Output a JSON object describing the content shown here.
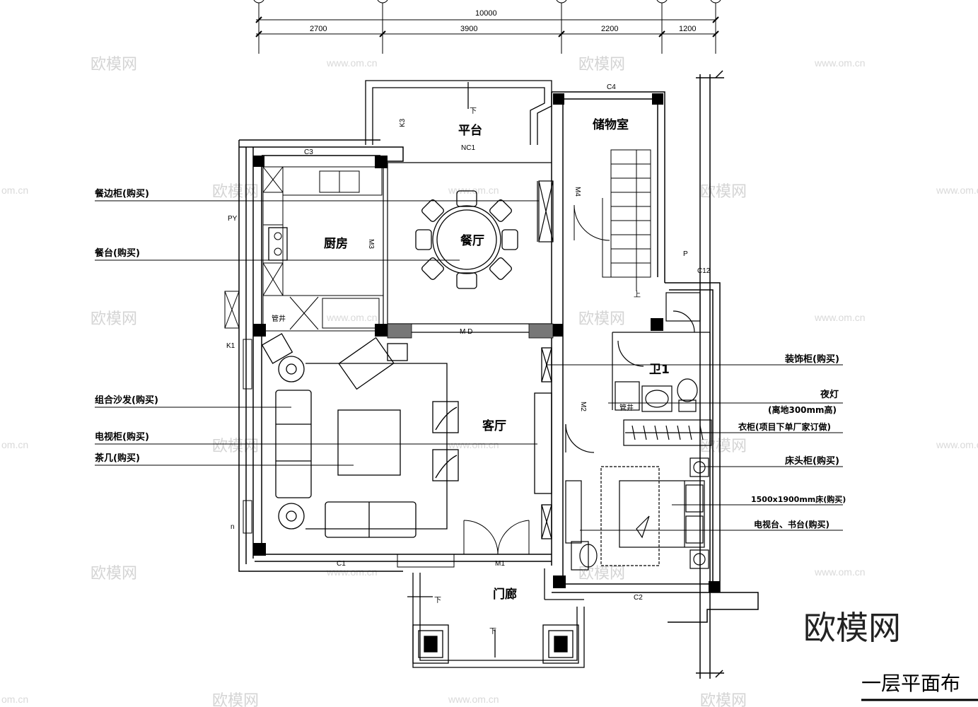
{
  "dimensions": {
    "total": "10000",
    "segments": [
      "2700",
      "3900",
      "2200",
      "1200"
    ]
  },
  "rooms": {
    "platform": "平台",
    "storage": "储物室",
    "kitchen": "厨房",
    "dining": "餐厅",
    "living": "客厅",
    "bath": "卫1",
    "porch": "门廊"
  },
  "tags": {
    "nc1": "NC1",
    "c3": "C3",
    "c4": "C4",
    "k3": "K3",
    "py": "PY",
    "k1": "K1",
    "m4": "M4",
    "m3": "M3",
    "m2": "M2",
    "m1": "M1",
    "md": "M D",
    "c1": "C1",
    "c2": "C2",
    "p": "P",
    "c12": "C12",
    "n": "n",
    "pipe1": "管井",
    "pipe2": "管井",
    "down1": "下",
    "down2": "下",
    "down3": "下",
    "up": "上"
  },
  "leaders_left": [
    "餐边柜(购买)",
    "餐台(购买)",
    "组合沙发(购买)",
    "电视柜(购买)",
    "茶几(购买)"
  ],
  "leaders_right": [
    "装饰柜(购买)",
    "夜灯",
    "(离地300mm高)",
    "衣柜(项目下单厂家订做)",
    "床头柜(购买)",
    "1500x1900mm床(购买)",
    "电视台、书台(购买)"
  ],
  "watermark": {
    "brand": "欧模网",
    "url": "www.om.cn",
    "url_cut": "om.cn"
  },
  "title": "一层平面布"
}
